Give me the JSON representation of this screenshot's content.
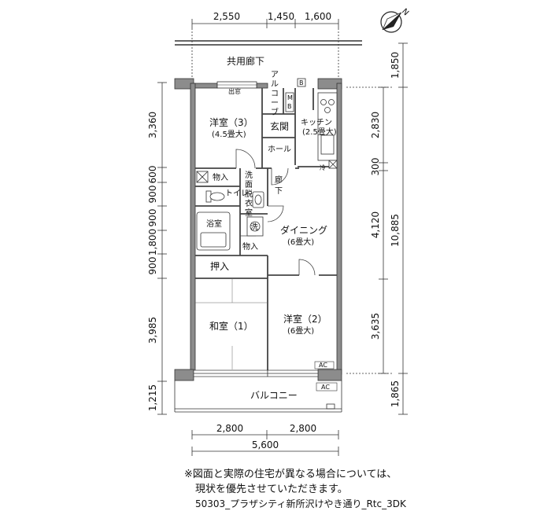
{
  "dimensions": {
    "top": [
      "2,550",
      "1,450",
      "1,600"
    ],
    "bottom_parts": [
      "2,800",
      "2,800"
    ],
    "bottom_total": "5,600",
    "left": [
      "3,360",
      "600",
      "900",
      "900",
      "1,800",
      "900",
      "3,985",
      "1,215"
    ],
    "right_outer": [
      "1,850",
      "10,885",
      "1,865"
    ],
    "right_inner": [
      "2,830",
      "300",
      "4,120",
      "3,635"
    ]
  },
  "labels": {
    "corridor": "共用廊下",
    "alcove": [
      "ア",
      "ル",
      "コ",
      "ー",
      "ブ"
    ],
    "window": "出窓",
    "mb": [
      "M",
      "B"
    ],
    "b_box": "B",
    "entrance": "玄関",
    "hall": "ホール",
    "hallway": [
      "廊",
      "下"
    ],
    "kitchen": "キッチン",
    "kitchen_size": "(2.5畳大)",
    "fridge": "冷",
    "western3": "洋室（3）",
    "western3_size": "(4.5畳大)",
    "storage": "物入",
    "toilet": "トイレ",
    "washroom": [
      "洗",
      "面",
      "脱",
      "衣",
      "室"
    ],
    "bath": "浴室",
    "washer": "洗",
    "dining": "ダイニング",
    "dining_size": "(6畳大)",
    "closet": "押入",
    "japanese": "和室（1）",
    "western2": "洋室（2）",
    "western2_size": "(6畳大)",
    "ac": "AC",
    "balcony": "バルコニー"
  },
  "note": {
    "line1": "※図面と実際の住宅が異なる場合については、",
    "line2": "現状を優先させていただきます。"
  },
  "caption": "50303_プラザシティ新所沢けやき通り_Rtc_3DK",
  "compass": {
    "north": "N"
  }
}
